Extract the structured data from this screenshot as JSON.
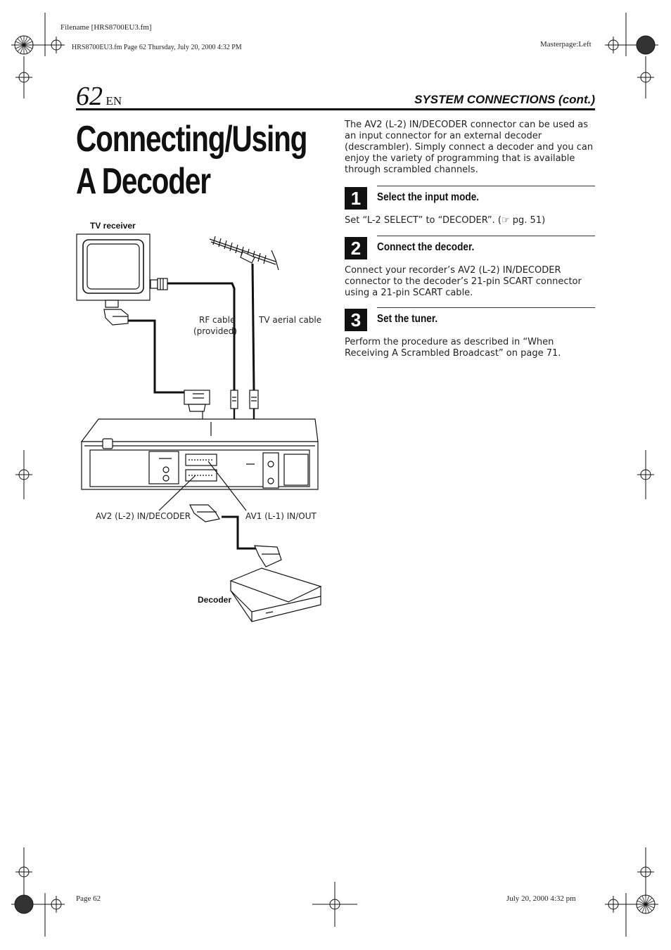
{
  "print_meta": {
    "filename": "Filename [HRS8700EU3.fm]",
    "fm_line": "HRS8700EU3.fm  Page 62  Thursday, July 20, 2000  4:32 PM",
    "masterpage": "Masterpage:Left",
    "footer_page": "Page 62",
    "footer_date": "July 20, 2000 4:32 pm"
  },
  "header": {
    "page_number": "62",
    "lang": "EN",
    "section": "SYSTEM CONNECTIONS (cont.)"
  },
  "title": {
    "line1": "Connecting/Using",
    "line2": "A Decoder"
  },
  "intro": "The AV2 (L-2) IN/DECODER connector can be used as an input connector for an external decoder (descrambler). Simply connect a decoder and you can enjoy the variety of programming that is available through scrambled channels.",
  "steps": [
    {
      "number": "1",
      "title": "Select the input mode.",
      "body": "Set “L-2 SELECT” to “DECODER”. (☞ pg. 51)"
    },
    {
      "number": "2",
      "title": "Connect the decoder.",
      "body": "Connect your recorder’s AV2 (L-2) IN/DECODER connector to the decoder’s 21-pin SCART connector using a 21-pin SCART cable."
    },
    {
      "number": "3",
      "title": "Set the tuner.",
      "body": "Perform the procedure as described in “When Receiving A Scrambled Broadcast” on page 71."
    }
  ],
  "diagram": {
    "tv_receiver": "TV receiver",
    "rf_cable_1": "RF cable",
    "rf_cable_2": "(provided)",
    "tv_aerial_cable": "TV aerial cable",
    "av2_label": "AV2 (L-2) IN/DECODER",
    "av1_label": "AV1 (L-1) IN/OUT",
    "decoder": "Decoder"
  }
}
